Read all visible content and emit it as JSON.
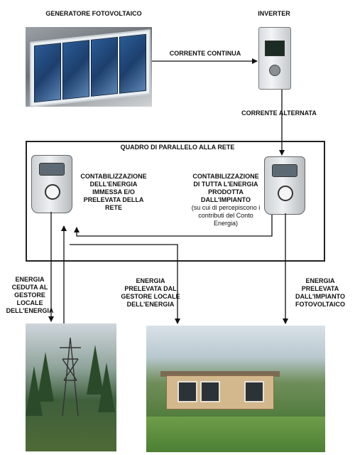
{
  "labels": {
    "generatore": "GENERATORE FOTOVOLTAICO",
    "inverter": "INVERTER",
    "corrente_continua": "CORRENTE CONTINUA",
    "corrente_alternata": "CORRENTE ALTERNATA",
    "quadro": "QUADRO DI PARALLELO ALLA RETE",
    "contab_left_1": "CONTABILIZZAZIONE",
    "contab_left_2": "DELL'ENERGIA",
    "contab_left_3": "IMMESSA E/O",
    "contab_left_4": "PRELEVATA DELLA RETE",
    "contab_right_1": "CONTABILIZZAZIONE",
    "contab_right_2": "DI TUTTA L'ENERGIA",
    "contab_right_3": "PRODOTTA DALL'IMPIANTO",
    "contab_right_4": "(su cui di percepiscono i",
    "contab_right_5": "contributi del Conto",
    "contab_right_6": "Energia)",
    "ceduta_1": "ENERGIA",
    "ceduta_2": "CEDUTA AL",
    "ceduta_3": "GESTORE LOCALE",
    "ceduta_4": "DELL'ENERGIA",
    "prelevata_gestore_1": "ENERGIA",
    "prelevata_gestore_2": "PRELEVATA DAL",
    "prelevata_gestore_3": "GESTORE LOCALE",
    "prelevata_gestore_4": "DELL'ENERGIA",
    "prelevata_impianto_1": "ENERGIA",
    "prelevata_impianto_2": "PRELEVATA",
    "prelevata_impianto_3": "DALL'IMPIANTO",
    "prelevata_impianto_4": "FOTOVOLTAICO"
  },
  "colors": {
    "line": "#111111",
    "frame": "#222222"
  }
}
